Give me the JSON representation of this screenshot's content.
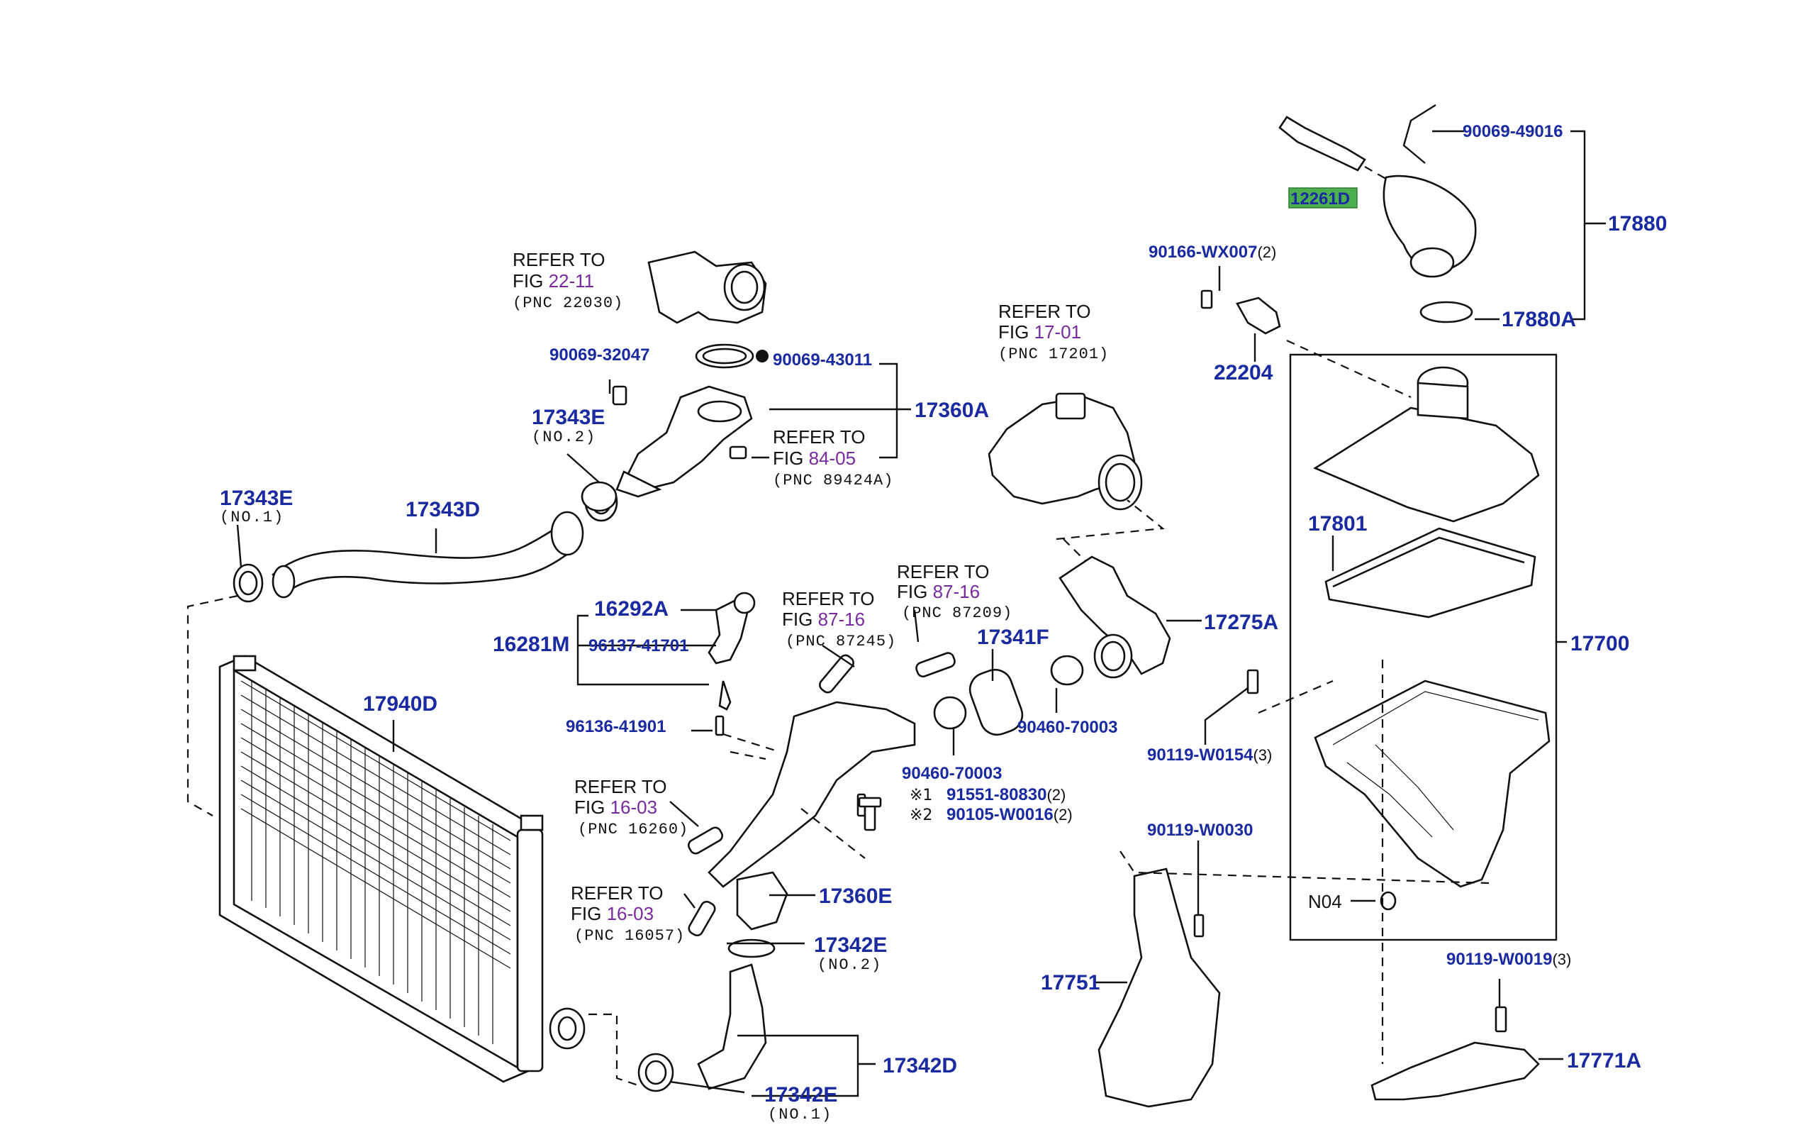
{
  "parts": {
    "p_90069_49016": "90069-49016",
    "p_12261D": "12261D",
    "p_17880": "17880",
    "p_17880A": "17880A",
    "p_90166_WX007": "90166-WX007",
    "q_90166_WX007": "(2)",
    "p_22204": "22204",
    "p_90069_32047": "90069-32047",
    "p_90069_43011": "90069-43011",
    "p_17360A": "17360A",
    "p_17343E_a": "17343E",
    "s_17343E_a": "(NO.2)",
    "p_17343E_b": "17343E",
    "s_17343E_b": "(NO.1)",
    "p_17343D": "17343D",
    "p_17801": "17801",
    "p_17700": "17700",
    "p_16292A": "16292A",
    "p_16281M": "16281M",
    "p_96137_41701": "96137-41701",
    "p_17341F": "17341F",
    "p_17275A": "17275A",
    "p_17940D": "17940D",
    "p_96136_41901": "96136-41901",
    "p_90460_70003_a": "90460-70003",
    "p_90460_70003_b": "90460-70003",
    "p_90119_W0154": "90119-W0154",
    "q_90119_W0154": "(3)",
    "m_1": "※1",
    "m_2": "※2",
    "p_91551_80830": "91551-80830",
    "q_91551_80830": "(2)",
    "p_90105_W0016": "90105-W0016",
    "q_90105_W0016": "(2)",
    "p_90119_W0030": "90119-W0030",
    "p_17360E": "17360E",
    "p_N04": "N04",
    "p_17342E_a": "17342E",
    "s_17342E_a": "(NO.2)",
    "p_17751": "17751",
    "p_90119_W0019": "90119-W0019",
    "q_90119_W0019": "(3)",
    "p_17342D": "17342D",
    "p_17771A": "17771A",
    "p_17342E_b": "17342E",
    "s_17342E_b": "(NO.1)"
  },
  "refs": [
    {
      "refer": "REFER TO",
      "fig_prefix": "FIG ",
      "fig": "22-11",
      "pnc": "(PNC 22030)"
    },
    {
      "refer": "REFER TO",
      "fig_prefix": "FIG ",
      "fig": "17-01",
      "pnc": "(PNC 17201)"
    },
    {
      "refer": "REFER TO",
      "fig_prefix": "FIG ",
      "fig": "84-05",
      "pnc": "(PNC 89424A)"
    },
    {
      "refer": "REFER TO",
      "fig_prefix": "FIG ",
      "fig": "87-16",
      "pnc": "(PNC 87245)"
    },
    {
      "refer": "REFER TO",
      "fig_prefix": "FIG ",
      "fig": "87-16",
      "pnc": "(PNC 87209)"
    },
    {
      "refer": "REFER TO",
      "fig_prefix": "FIG ",
      "fig": "16-03",
      "pnc": "(PNC 16260)"
    },
    {
      "refer": "REFER TO",
      "fig_prefix": "FIG ",
      "fig": "16-03",
      "pnc": "(PNC 16057)"
    }
  ],
  "colors": {
    "part_number": "#1a2aa0",
    "fig_link": "#7a2a9e",
    "highlight": "#4caf50",
    "line": "#111111"
  }
}
